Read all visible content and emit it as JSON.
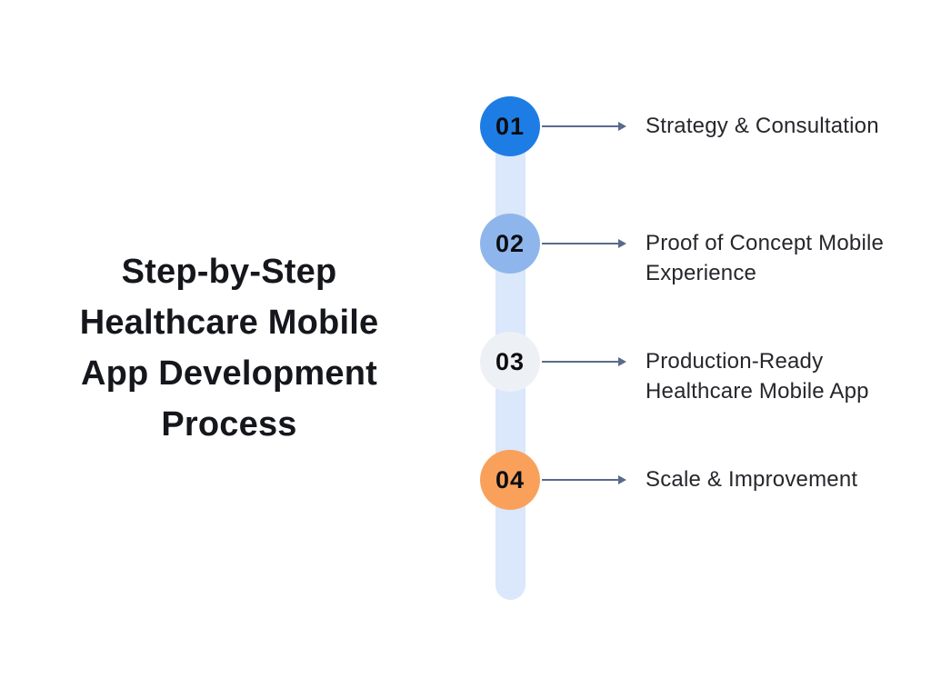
{
  "colors": {
    "background": "#ffffff",
    "track": "#dbe7fa",
    "arrow": "#5a6a8c",
    "title_text": "#16171c",
    "label_text": "#26272c",
    "number_text": "#0c0d11"
  },
  "title": {
    "full_text": "Step-by-Step Healthcare Mobile App Development Process",
    "lines": [
      "Step-by-Step",
      "Healthcare Mobile",
      "App Development",
      "Process"
    ]
  },
  "timeline": {
    "steps": [
      {
        "number": "01",
        "circle_color": "#1e7de4",
        "label": "Strategy & Consultation",
        "label_lines": [
          "Strategy & Consultation"
        ]
      },
      {
        "number": "02",
        "circle_color": "#8fb6ec",
        "label": "Proof of Concept Mobile Experience",
        "label_lines": [
          "Proof of Concept Mobile",
          "Experience"
        ]
      },
      {
        "number": "03",
        "circle_color": "#edf1f6",
        "label": "Production-Ready Healthcare Mobile App",
        "label_lines": [
          "Production-Ready",
          "Healthcare Mobile App"
        ]
      },
      {
        "number": "04",
        "circle_color": "#f9a15b",
        "label": "Scale & Improvement",
        "label_lines": [
          "Scale & Improvement"
        ]
      }
    ]
  }
}
